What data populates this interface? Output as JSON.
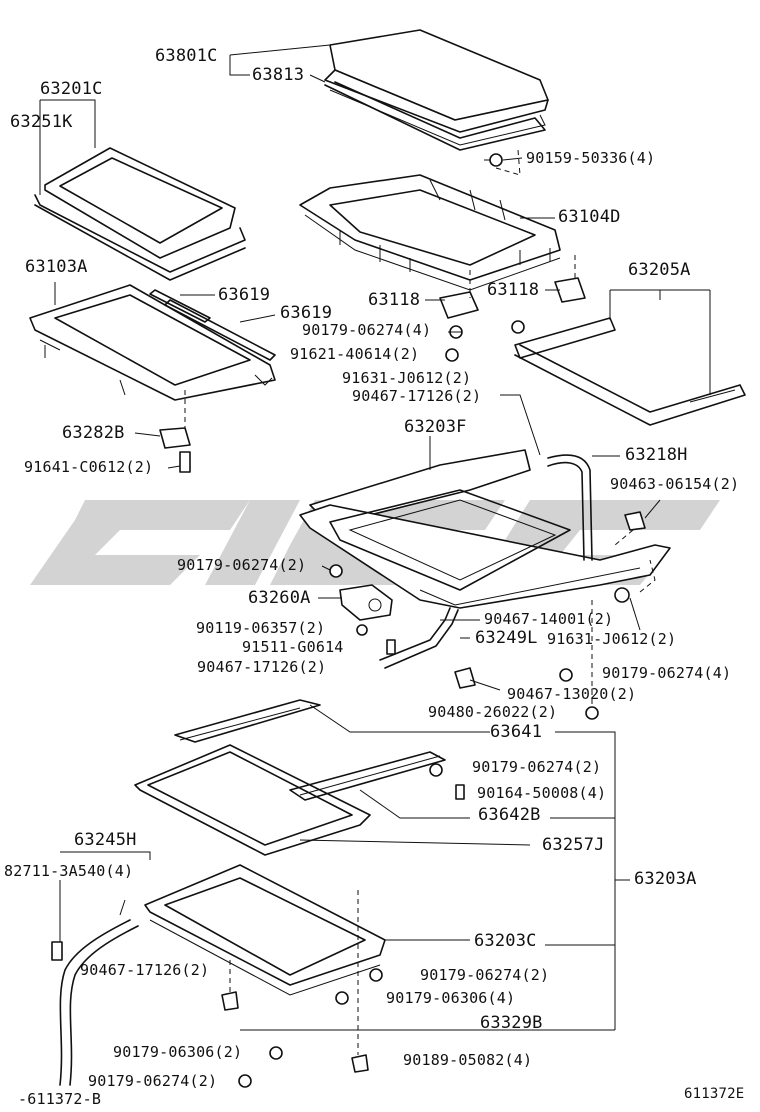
{
  "labels": {
    "l63801C": "63801C",
    "l63813": "63813",
    "l63201C": "63201C",
    "l63251K": "63251K",
    "l90159": "90159-50336(4)",
    "l63104D": "63104D",
    "l63103A": "63103A",
    "l63619a": "63619",
    "l63619b": "63619",
    "l63118a": "63118",
    "l63118b": "63118",
    "l63205A": "63205A",
    "l90179a": "90179-06274(4)",
    "l91621": "91621-40614(2)",
    "l91631a": "91631-J0612(2)",
    "l90467a": "90467-17126(2)",
    "l63282B": "63282B",
    "l63203F": "63203F",
    "l63218H": "63218H",
    "l91641": "91641-C0612(2)",
    "l90463": "90463-06154(2)",
    "l90179b": "90179-06274(2)",
    "l63260A": "63260A",
    "l90467b": "90467-14001(2)",
    "l90119": "90119-06357(2)",
    "l91631b": "91631-J0612(2)",
    "l91511": "91511-G0614",
    "l63249L": "63249L",
    "l90467c": "90467-17126(2)",
    "l90179c": "90179-06274(4)",
    "l90467d": "90467-13020(2)",
    "l90480": "90480-26022(2)",
    "l63641": "63641",
    "l90179d": "90179-06274(2)",
    "l90164": "90164-50008(4)",
    "l63642B": "63642B",
    "l63245H": "63245H",
    "l63257J": "63257J",
    "l82711": "82711-3A540(4)",
    "l63203A": "63203A",
    "l63203C": "63203C",
    "l90467e": "90467-17126(2)",
    "l90179e": "90179-06274(2)",
    "l90179f": "90179-06306(4)",
    "l63329B": "63329B",
    "l90179g": "90179-06306(2)",
    "l90189": "90189-05082(4)",
    "l90179h": "90179-06274(2)",
    "l611372B": "-611372-B",
    "l611372E": "611372E"
  }
}
